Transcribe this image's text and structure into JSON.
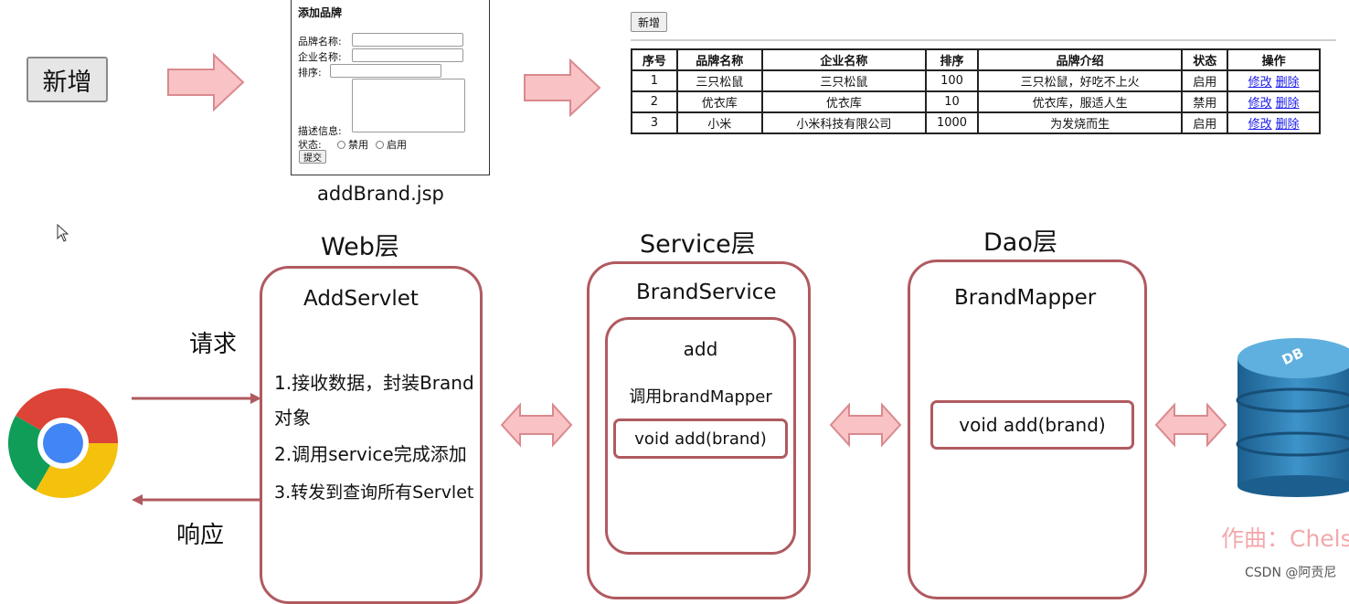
{
  "add_button": {
    "label": "新增"
  },
  "form": {
    "title": "添加品牌",
    "brand_name_label": "品牌名称:",
    "company_name_label": "企业名称:",
    "ordered_label": "排序:",
    "description_label": "描述信息:",
    "status_label": "状态:",
    "status_options": [
      "禁用",
      "启用"
    ],
    "submit_label": "提交",
    "caption": "addBrand.jsp"
  },
  "table_view": {
    "add_label": "新增",
    "headers": [
      "序号",
      "品牌名称",
      "企业名称",
      "排序",
      "品牌介绍",
      "状态",
      "操作"
    ],
    "rows": [
      {
        "id": "1",
        "brand": "三只松鼠",
        "company": "三只松鼠",
        "ordered": "100",
        "desc": "三只松鼠，好吃不上火",
        "status": "启用"
      },
      {
        "id": "2",
        "brand": "优衣库",
        "company": "优衣库",
        "ordered": "10",
        "desc": "优衣库，服适人生",
        "status": "禁用"
      },
      {
        "id": "3",
        "brand": "小米",
        "company": "小米科技有限公司",
        "ordered": "1000",
        "desc": "为发烧而生",
        "status": "启用"
      }
    ],
    "edit_label": "修改",
    "delete_label": "删除"
  },
  "layers": {
    "web": {
      "title": "Web层",
      "class": "AddServlet",
      "steps": [
        "1.接收数据，封装Brand",
        "对象",
        "2.调用service完成添加",
        "3.转发到查询所有Servlet"
      ]
    },
    "service": {
      "title": "Service层",
      "class": "BrandService",
      "method_name": "add",
      "call": "调用brandMapper",
      "method_sig": "void add(brand)"
    },
    "dao": {
      "title": "Dao层",
      "class": "BrandMapper",
      "method_sig": "void add(brand)"
    }
  },
  "flow": {
    "request": "请求",
    "response": "响应"
  },
  "db_label": "DB",
  "watermark": "作曲：Chelsea",
  "credit": "CSDN @阿贡尼",
  "colors": {
    "box_border": "#b05a60",
    "arrow_fill": "#f9c2c4",
    "arrow_stroke": "#d98a8e",
    "db_blue": "#2f7fb2"
  }
}
